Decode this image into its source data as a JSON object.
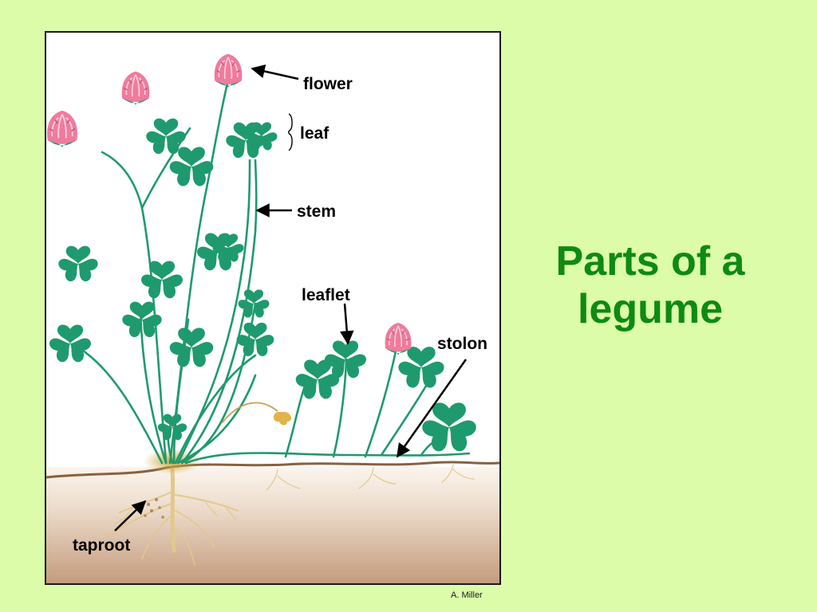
{
  "slide": {
    "title": "Parts of a legume",
    "credit": "A. Miller"
  },
  "diagram": {
    "labels": {
      "flower": "flower",
      "leaf": "leaf",
      "stem": "stem",
      "leaflet": "leaflet",
      "stolon": "stolon",
      "taproot": "taproot"
    }
  },
  "colors": {
    "background": "#dcfca9",
    "title": "#0e8a12",
    "plant_green": "#1e9a6e",
    "flower_pink": "#ef7b9d",
    "soil_top": "#faf3ea",
    "soil_bottom": "#c7a183",
    "root": "#e2c98a"
  }
}
